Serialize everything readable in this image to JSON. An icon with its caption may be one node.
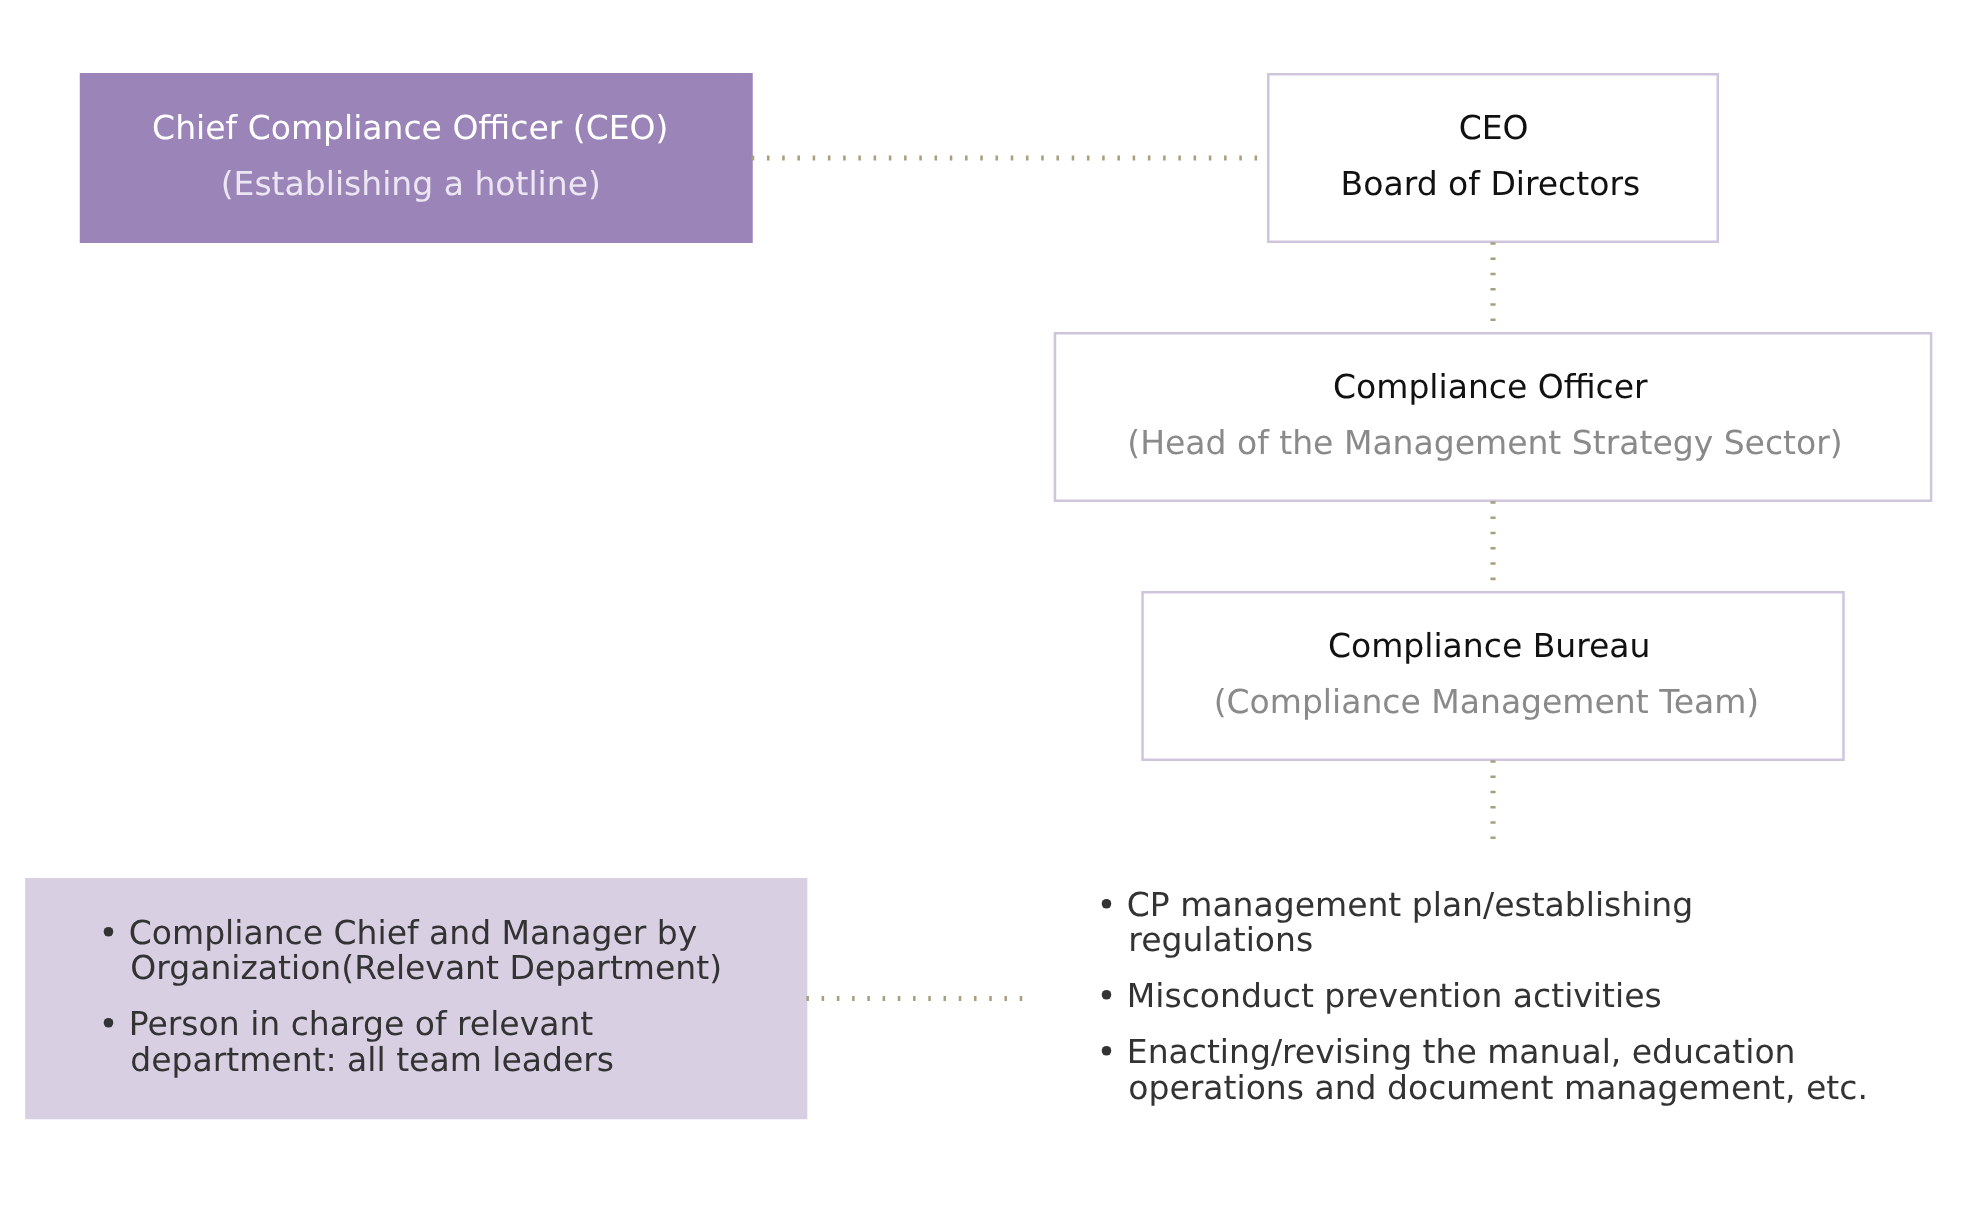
{
  "diagram": {
    "nodes": [
      {
        "text": [
          "Chief Compliance Officer (CEO)",
          "(Establishing a hotline)"
        ]
      },
      {
        "text": [
          "CEO",
          "Board of Directors"
        ]
      },
      {
        "text": [
          "Compliance Officer",
          "(Head of the Management Strategy Sector)"
        ]
      },
      {
        "text": [
          "Compliance Bureau",
          "(Compliance Management Team)"
        ]
      },
      {
        "text": [
          "• CP management plan/establishing regulations",
          "• Misconduct prevention activities",
          "• Enacting/revising the manual, education operations and document management, etc."
        ]
      },
      {
        "text": [
          "• Compliance Chief and Manager by Organization(Relevant Department)",
          "• Person in charge of relevant department: all team leaders"
        ]
      }
    ],
    "edges": [
      {
        "from": 0,
        "to": 1,
        "arrow": "none"
      },
      {
        "from": 1,
        "to": 2,
        "arrow": "none"
      },
      {
        "from": 2,
        "to": 3,
        "arrow": "none"
      },
      {
        "from": 3,
        "to": 4,
        "arrow": "none"
      },
      {
        "from": 5,
        "to": 4,
        "arrow": "none"
      }
    ]
  }
}
